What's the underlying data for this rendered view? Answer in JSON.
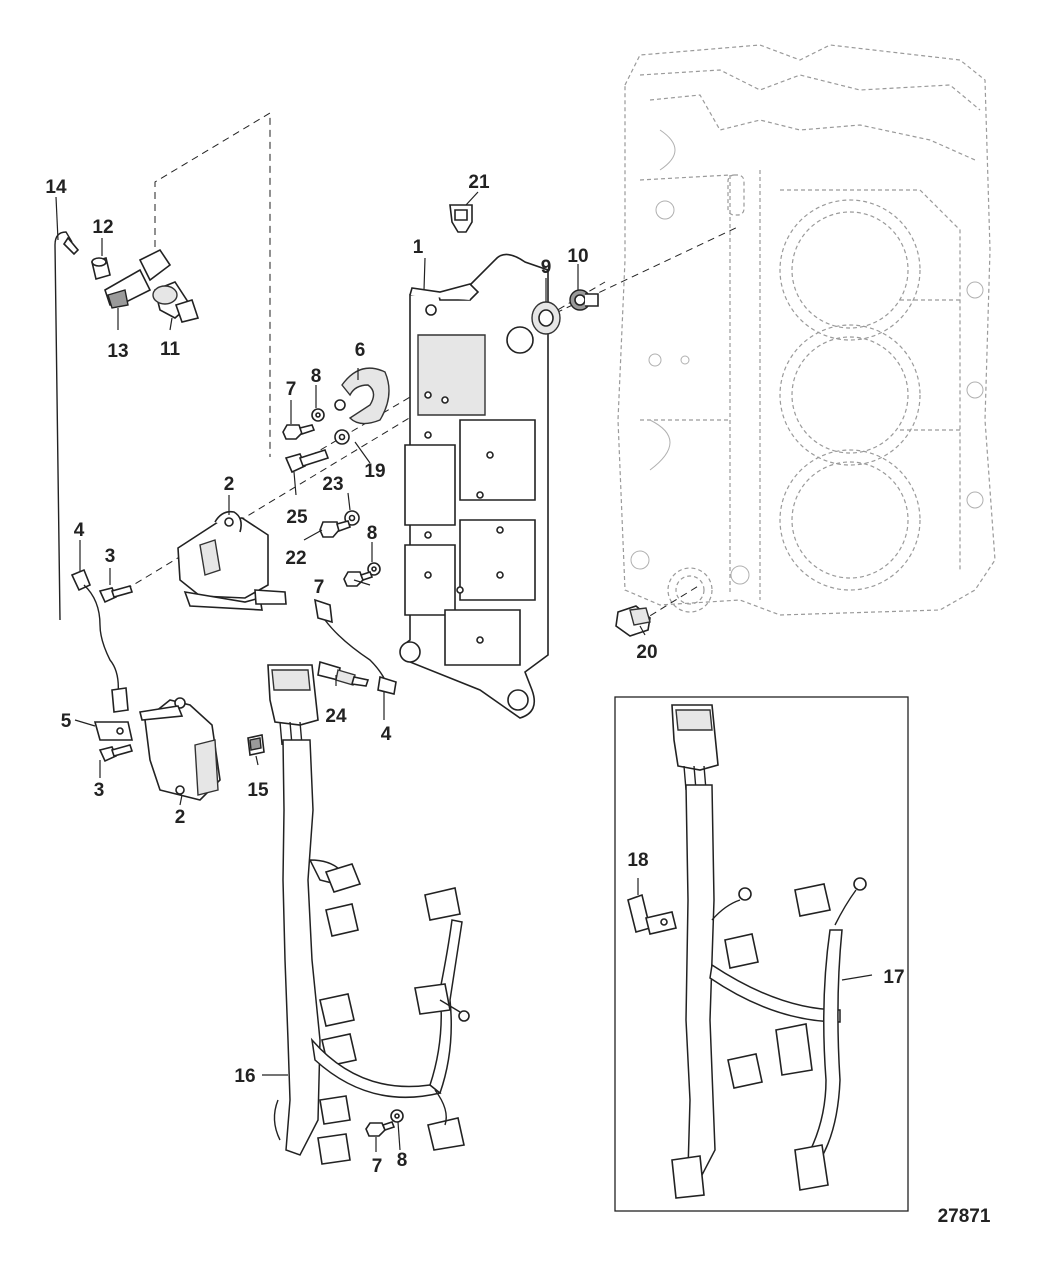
{
  "callouts": [
    "1",
    "2",
    "3",
    "4",
    "5",
    "6",
    "7",
    "8",
    "9",
    "10",
    "11",
    "12",
    "13",
    "14",
    "15",
    "16",
    "17",
    "18",
    "19",
    "20",
    "21",
    "22",
    "23",
    "24",
    "25"
  ],
  "diagram_id": "27871"
}
